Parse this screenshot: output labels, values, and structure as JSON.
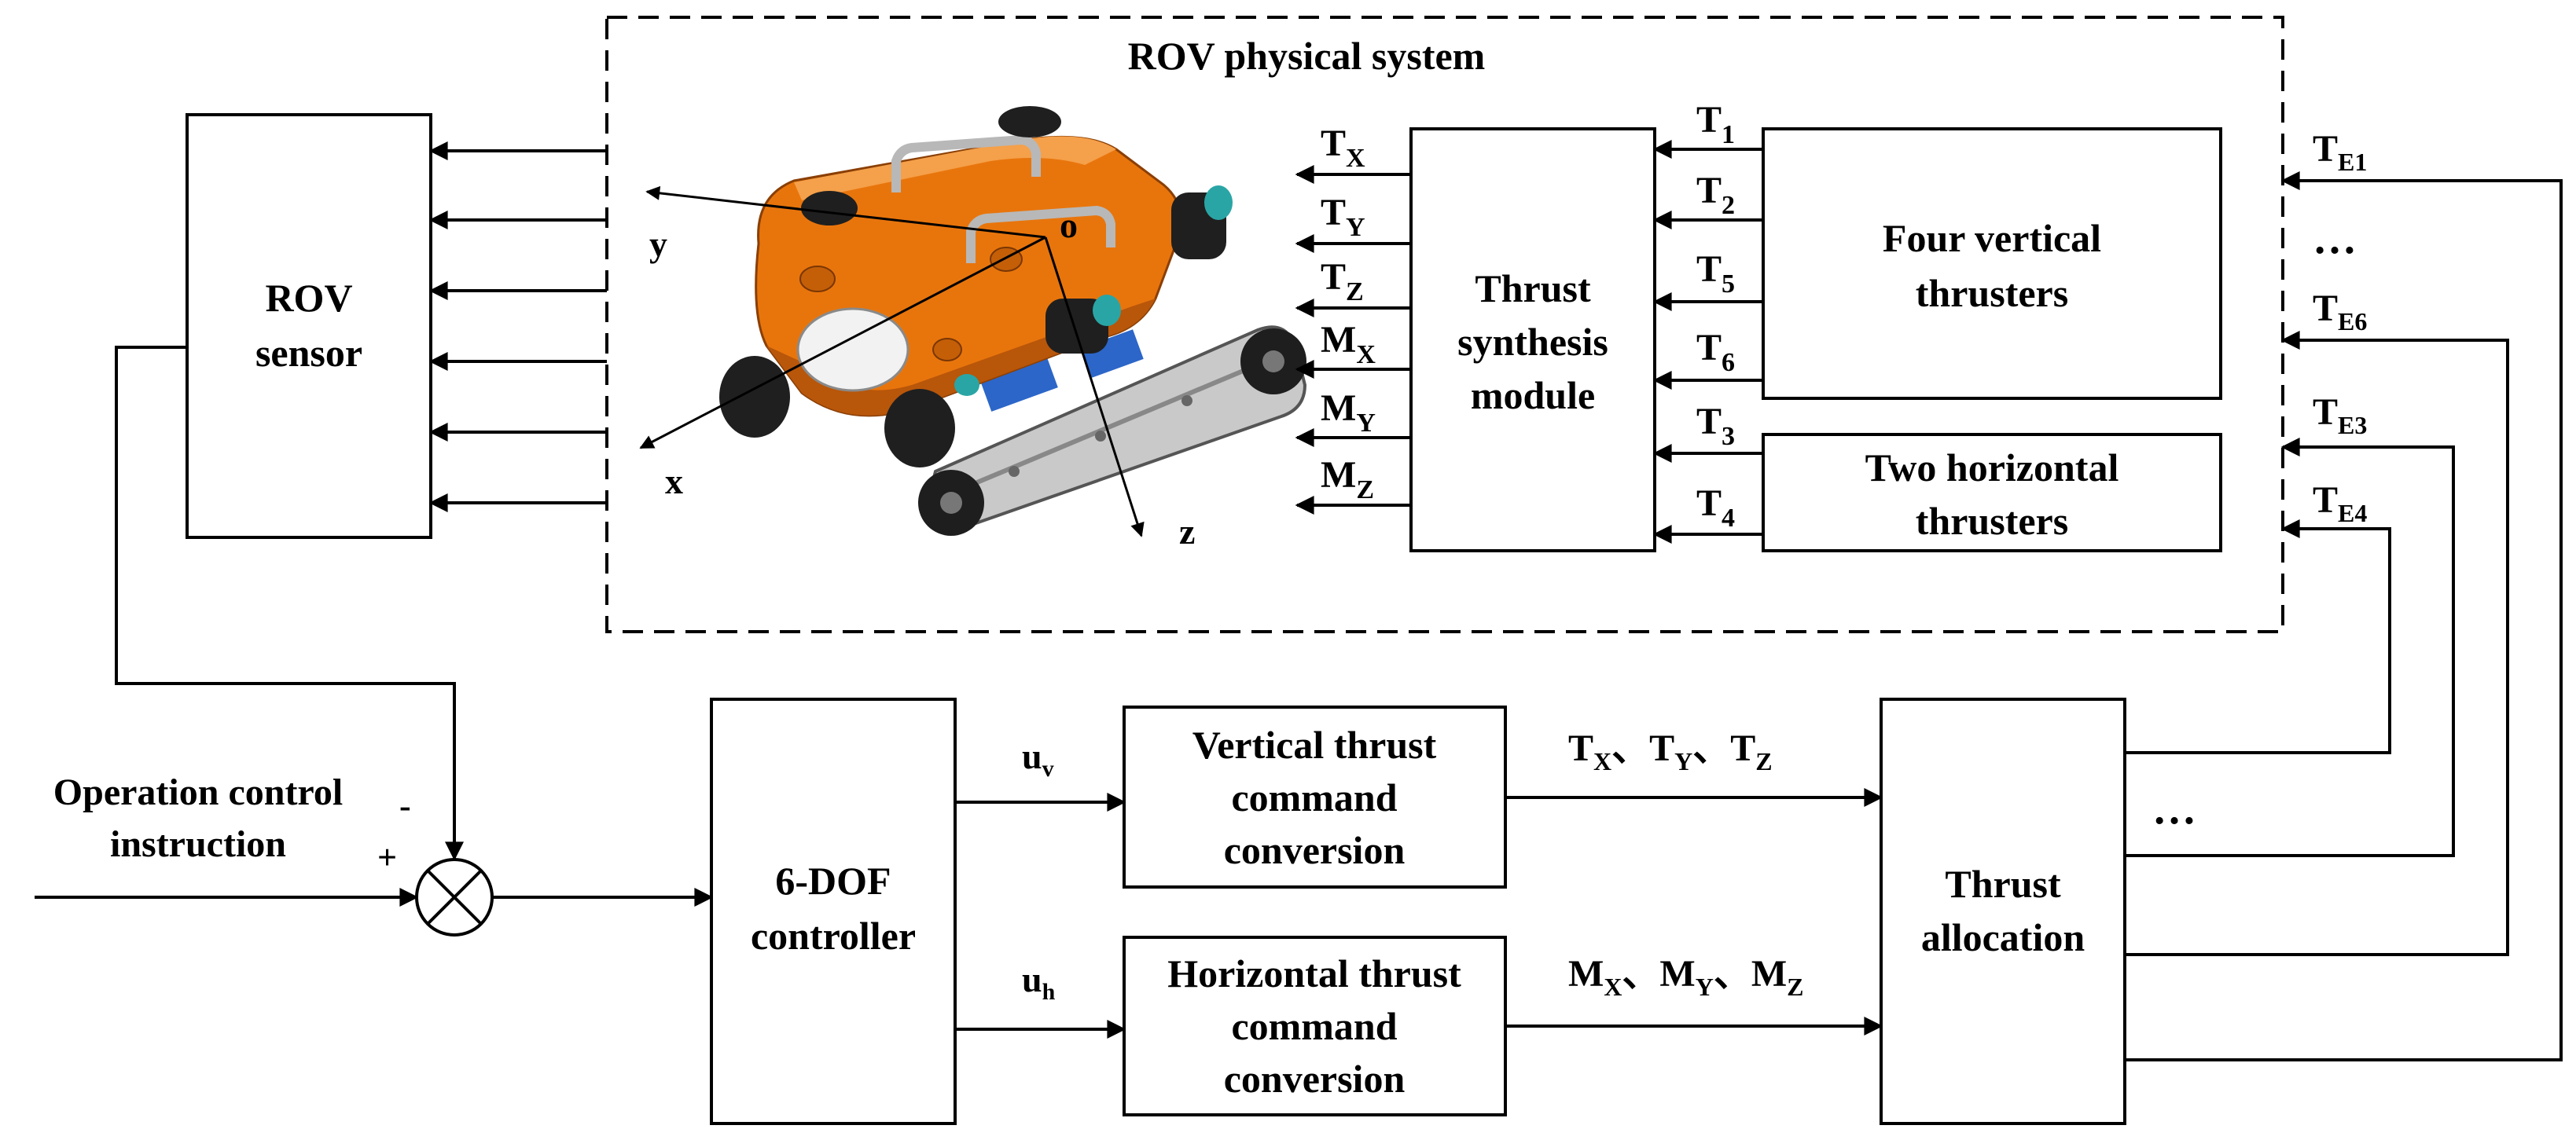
{
  "physical_system": {
    "title": "ROV physical system"
  },
  "sensor": {
    "line1": "ROV",
    "line2": "sensor"
  },
  "axes": {
    "o": "o",
    "x": "x",
    "y": "y",
    "z": "z"
  },
  "synthesis": {
    "line1": "Thrust",
    "line2": "synthesis",
    "line3": "module"
  },
  "outputs": [
    {
      "base": "T",
      "sub": "X"
    },
    {
      "base": "T",
      "sub": "Y"
    },
    {
      "base": "T",
      "sub": "Z"
    },
    {
      "base": "M",
      "sub": "X"
    },
    {
      "base": "M",
      "sub": "Y"
    },
    {
      "base": "M",
      "sub": "Z"
    }
  ],
  "inputs": [
    {
      "base": "T",
      "sub": "1"
    },
    {
      "base": "T",
      "sub": "2"
    },
    {
      "base": "T",
      "sub": "5"
    },
    {
      "base": "T",
      "sub": "6"
    },
    {
      "base": "T",
      "sub": "3"
    },
    {
      "base": "T",
      "sub": "4"
    }
  ],
  "vertical_thrusters": {
    "line1": "Four vertical",
    "line2": "thrusters"
  },
  "horizontal_thrusters": {
    "line1": "Two horizontal",
    "line2": "thrusters"
  },
  "feedback_labels": [
    {
      "base": "T",
      "sub": "E1"
    },
    {
      "base": "T",
      "sub": "E6"
    },
    {
      "base": "T",
      "sub": "E3"
    },
    {
      "base": "T",
      "sub": "E4"
    }
  ],
  "ellipsis": "…",
  "input_label": {
    "line1": "Operation control",
    "line2": "instruction"
  },
  "signs": {
    "minus": "-",
    "plus": "+"
  },
  "controller": {
    "line1": "6-DOF",
    "line2": "controller"
  },
  "u_v": {
    "base": "u",
    "sub": "v"
  },
  "u_h": {
    "base": "u",
    "sub": "h"
  },
  "vertical_conversion": {
    "line1": "Vertical thrust",
    "line2": "command",
    "line3": "conversion"
  },
  "horizontal_conversion": {
    "line1": "Horizontal thrust",
    "line2": "command",
    "line3": "conversion"
  },
  "force_label": {
    "p1": "T",
    "s1": "X",
    "sep1": "、T",
    "s2": "Y",
    "sep2": "、T",
    "s3": "Z"
  },
  "moment_label": {
    "p1": "M",
    "s1": "X",
    "sep1": "、M",
    "s2": "Y",
    "sep2": "、M",
    "s3": "Z"
  },
  "allocation": {
    "line1": "Thrust",
    "line2": "allocation"
  },
  "colors": {
    "rov_body": "#e8750c",
    "rov_dark": "#b8560a",
    "track": "#9a9a9a",
    "black": "#000000"
  }
}
